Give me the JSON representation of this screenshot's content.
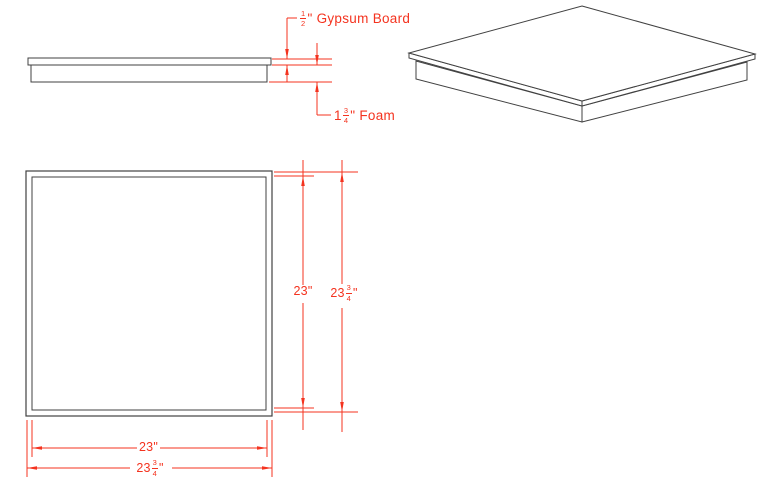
{
  "colors": {
    "line": "#414141",
    "dim": "#f4331f",
    "background": "#ffffff"
  },
  "callouts": {
    "gypsum": {
      "num": "1",
      "den": "2",
      "unit": "\"",
      "label": "Gypsum Board"
    },
    "foam": {
      "whole": "1",
      "num": "3",
      "den": "4",
      "unit": "\"",
      "label": "Foam"
    }
  },
  "plan_dimensions": {
    "inner_height": {
      "value": "23",
      "unit": "\""
    },
    "outer_height": {
      "whole": "23",
      "num": "3",
      "den": "4",
      "unit": "\""
    },
    "inner_width": {
      "value": "23",
      "unit": "\""
    },
    "outer_width": {
      "whole": "23",
      "num": "3",
      "den": "4",
      "unit": "\""
    }
  }
}
